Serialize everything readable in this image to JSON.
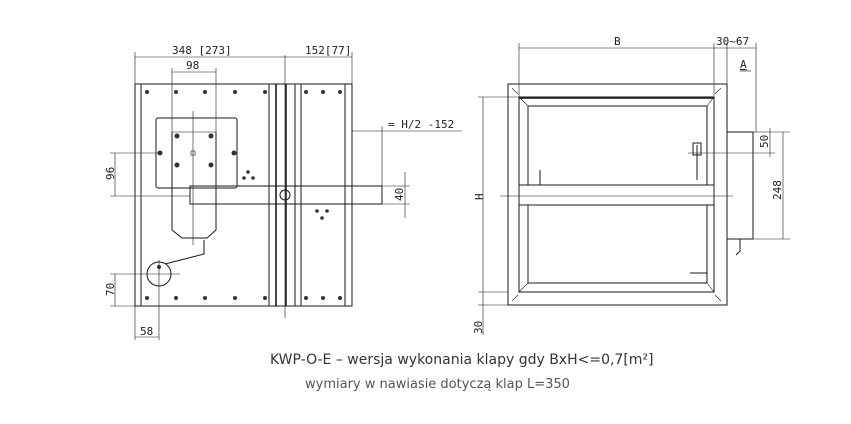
{
  "front_view": {
    "dim_width": "348 [273]",
    "dim_side": "152[77]",
    "dim_actuator": "98",
    "dim_vertical": "96",
    "dim_bottom": "70",
    "dim_circle_offset": "58",
    "dim_shaft": "40",
    "dim_formula": "= H/2 -152"
  },
  "side_view": {
    "dim_b": "B",
    "dim_range": "30~67",
    "label_a": "A",
    "dim_h": "H",
    "dim_30": "30",
    "dim_50": "50",
    "dim_248": "248"
  },
  "caption": {
    "title": "KWP-O-E – wersja wykonania klapy gdy BxH<=0,7[m²]",
    "note": "wymiary w nawiasie dotyczą klap L=350"
  }
}
